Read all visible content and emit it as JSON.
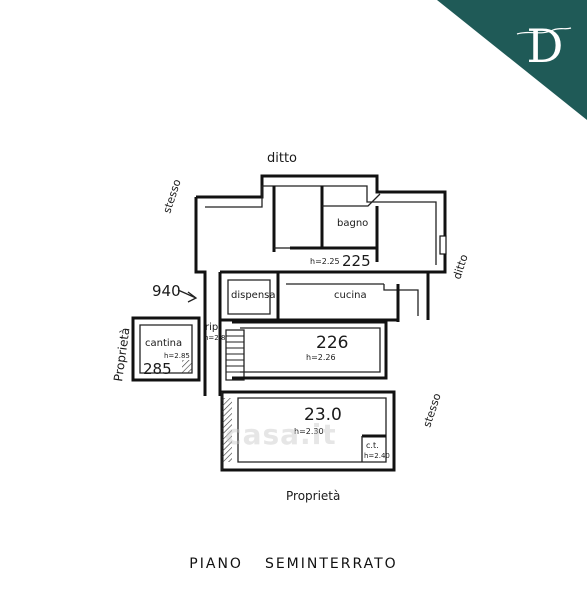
{
  "brand": {
    "logo_letter": "D",
    "logo_bg": "#1f5a57",
    "logo_fg": "#ffffff"
  },
  "plan": {
    "caption_word1": "PIANO",
    "caption_word2": "SEMINTERRATO",
    "labels": {
      "ditto_top": "ditto",
      "ditto_right": "ditto",
      "stesso_left": "stesso",
      "stesso_right": "stesso",
      "proprieta_left": "Proprietà",
      "proprieta_bottom": "Proprietà",
      "level_940": "940"
    },
    "rooms": {
      "bagno": {
        "name": "bagno"
      },
      "upper": {
        "height": "h=2.25",
        "level": "225"
      },
      "dispensa": {
        "name": "dispensa"
      },
      "cucina": {
        "name": "cucina"
      },
      "rip": {
        "name": "rip.",
        "height": "h=2.8"
      },
      "cantina": {
        "name": "cantina",
        "height": "h=2.85",
        "level": "285"
      },
      "middle": {
        "level": "226",
        "height": "h=2.26"
      },
      "lower": {
        "level": "23.0",
        "height": "h=2.30"
      },
      "ct": {
        "name": "c.t.",
        "height": "h=2.40"
      }
    }
  },
  "watermark": "casa.it"
}
